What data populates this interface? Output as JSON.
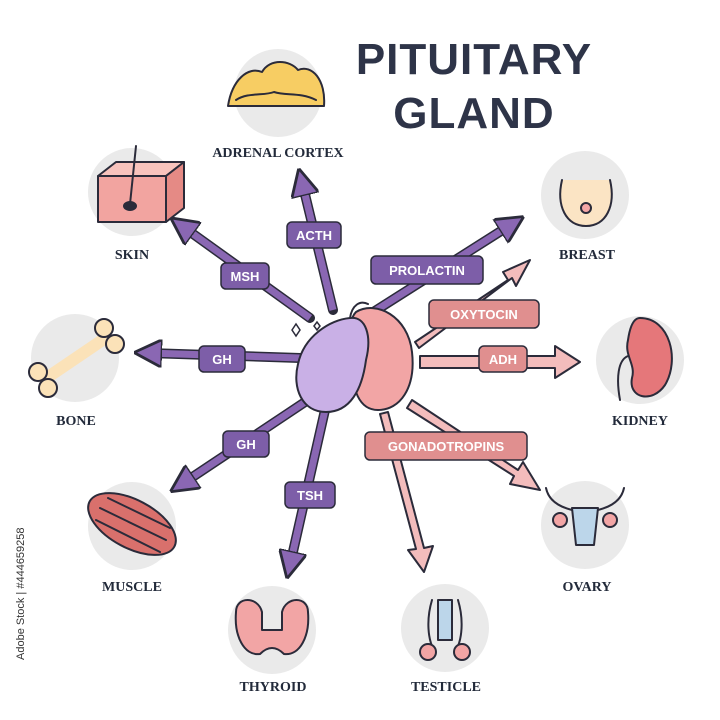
{
  "title": {
    "line1": "PITUITARY",
    "line2": "GLAND"
  },
  "colors": {
    "anterior_lobe": "#c9b0e6",
    "posterior_lobe": "#f2a5a5",
    "anterior_arrow": "#8a67b3",
    "posterior_arrow": "#f3bcbc",
    "anterior_label": "#7d5ea8",
    "posterior_label": "#e08f8f",
    "organ_circle": "#eaeaea",
    "title": "#2e3448"
  },
  "organs": {
    "adrenal_cortex": "ADRENAL CORTEX",
    "skin": "SKIN",
    "breast": "BREAST",
    "bone": "BONE",
    "kidney": "KIDNEY",
    "muscle": "MUSCLE",
    "ovary": "OVARY",
    "thyroid": "THYROID",
    "testicle": "TESTICLE"
  },
  "hormones": {
    "acth": "ACTH",
    "msh": "MSH",
    "prolactin": "PROLACTIN",
    "oxytocin": "OXYTOCIN",
    "adh": "ADH",
    "gh_bone": "GH",
    "gh_muscle": "GH",
    "tsh": "TSH",
    "gonadotropins": "GONADOTROPINS"
  },
  "watermark": "Adobe Stock | #444659258"
}
